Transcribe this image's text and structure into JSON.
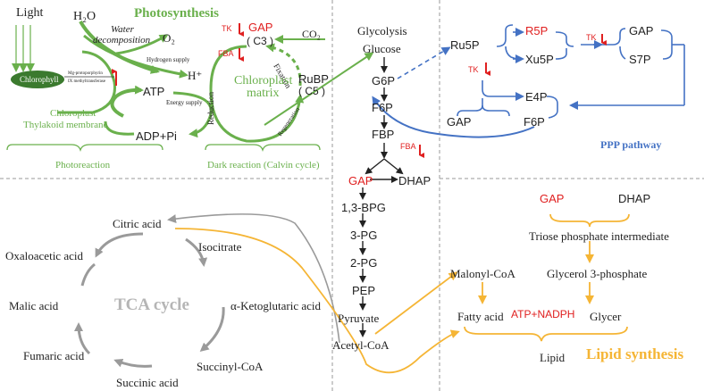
{
  "photosynthesis": {
    "title": "Photosynthesis",
    "light": "Light",
    "h2o": "H₂O",
    "water_decomposition_1": "Water",
    "water_decomposition_2": "decomposition",
    "o2": "O₂",
    "hydrogen_supply": "Hydrogen supply",
    "h_plus": "H⁺",
    "chlorophyll": "Chlorophyll",
    "mg_enzyme_1": "Mg-protoporphyrin",
    "mg_enzyme_2": "IX methyltransferase",
    "atp": "ATP",
    "energy_supply": "Energy supply",
    "adp_pi": "ADP+Pi",
    "thylakoid_1": "Chloroplast",
    "thylakoid_2": "Thylakoid membrane",
    "photoreaction": "Photoreaction"
  },
  "calvin": {
    "tk": "TK",
    "gap": "GAP",
    "c3": "( C3 )",
    "co2": "CO₂",
    "fixation": "Fixation",
    "fba": "FBA",
    "matrix_1": "Chloroplast",
    "matrix_2": "matrix",
    "reduction": "Reduction",
    "rubp": "RuBP",
    "c5": "( C5 )",
    "regeneration": "Regeneration",
    "dark_reaction": "Dark reaction (Calvin cycle)"
  },
  "glycolysis": {
    "title": "Glycolysis",
    "glucose": "Glucose",
    "g6p": "G6P",
    "f6p": "F6P",
    "fbp": "FBP",
    "fba": "FBA",
    "gap": "GAP",
    "dhap": "DHAP",
    "bpg": "1,3-BPG",
    "pg3": "3-PG",
    "pg2": "2-PG",
    "pep": "PEP",
    "pyruvate": "Pyruvate",
    "acetyl_coa": "Acetyl-CoA"
  },
  "ppp": {
    "ru5p": "Ru5P",
    "r5p": "R5P",
    "xu5p": "Xu5P",
    "tk1": "TK",
    "tk2": "TK",
    "gap_top": "GAP",
    "s7p": "S7P",
    "e4p": "E4P",
    "gap_bottom": "GAP",
    "f6p": "F6P",
    "title": "PPP pathway"
  },
  "tca": {
    "title": "TCA cycle",
    "citric": "Citric acid",
    "isocitrate": "Isocitrate",
    "akg": "α-Ketoglutaric acid",
    "succinyl": "Succinyl-CoA",
    "succinic": "Succinic acid",
    "fumaric": "Fumaric acid",
    "malic": "Malic acid",
    "oxaloacetic": "Oxaloacetic acid"
  },
  "lipid": {
    "gap": "GAP",
    "dhap": "DHAP",
    "triose": "Triose phosphate intermediate",
    "glycerol3p": "Glycerol 3-phosphate",
    "malonyl": "Malonyl-CoA",
    "fatty": "Fatty acid",
    "atp_nadph": "ATP+NADPH",
    "glycer": "Glycer",
    "lipid": "Lipid",
    "title": "Lipid synthesis"
  },
  "colors": {
    "green": "#6ab04c",
    "blue": "#4472c4",
    "red": "#e02020",
    "orange": "#f5b535",
    "gray": "#9a9a9a",
    "dark": "#222222"
  }
}
